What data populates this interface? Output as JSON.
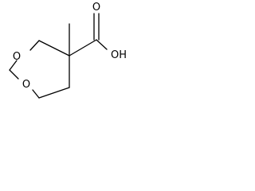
{
  "structure": {
    "atoms": {
      "ring_oxygen_top": "O",
      "ring_oxygen_bottom": "O",
      "carbonyl_oxygen": "O",
      "hydroxyl": "OH"
    }
  }
}
